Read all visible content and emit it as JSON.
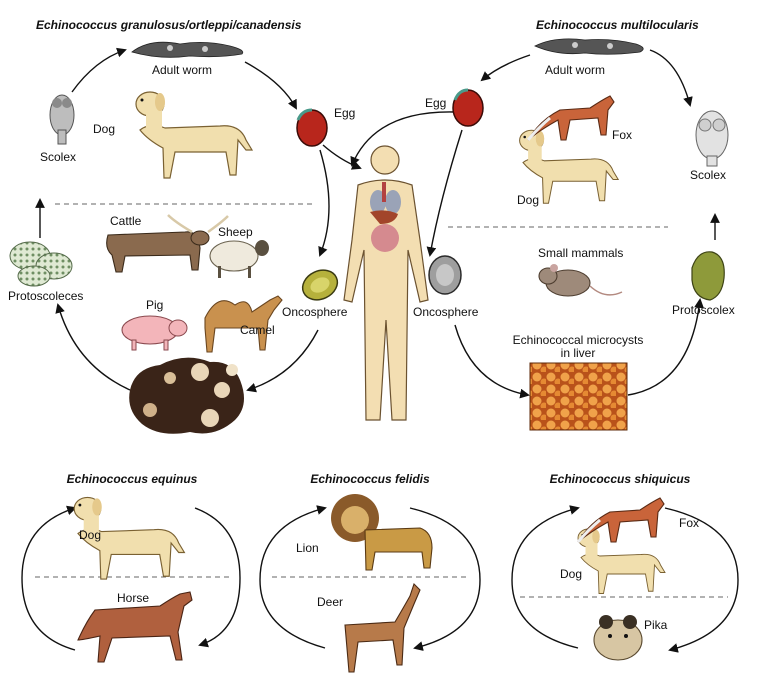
{
  "titles": {
    "granulosus": "Echinococcus granulosus/ortleppi/canadensis",
    "multilocularis": "Echinococcus multilocularis",
    "equinus": "Echinococcus equinus",
    "felidis": "Echinococcus felidis",
    "shiquicus": "Echinococcus shiquicus"
  },
  "granulosus": {
    "adult_worm": "Adult worm",
    "egg": "Egg",
    "dog": "Dog",
    "scolex": "Scolex",
    "cattle": "Cattle",
    "sheep": "Sheep",
    "pig": "Pig",
    "camel": "Camel",
    "protoscoleces": "Protoscoleces",
    "oncosphere": "Oncosphere"
  },
  "multilocularis": {
    "adult_worm": "Adult worm",
    "egg": "Egg",
    "fox": "Fox",
    "dog": "Dog",
    "scolex": "Scolex",
    "small_mammals": "Small mammals",
    "oncosphere": "Oncosphere",
    "microcysts_line1": "Echinococcal microcysts",
    "microcysts_line2": "in liver",
    "protoscolex": "Protoscolex"
  },
  "equinus": {
    "dog": "Dog",
    "horse": "Horse"
  },
  "felidis": {
    "lion": "Lion",
    "deer": "Deer"
  },
  "shiquicus": {
    "fox": "Fox",
    "dog": "Dog",
    "pika": "Pika"
  },
  "colors": {
    "dog": "#f1dfae",
    "fox": "#c9643a",
    "horse": "#b0603e",
    "deer": "#b77a4a",
    "lion": "#c99a45",
    "egg": "#b8261c",
    "cyst": "#d97c2b",
    "body": "#f3deb2"
  }
}
